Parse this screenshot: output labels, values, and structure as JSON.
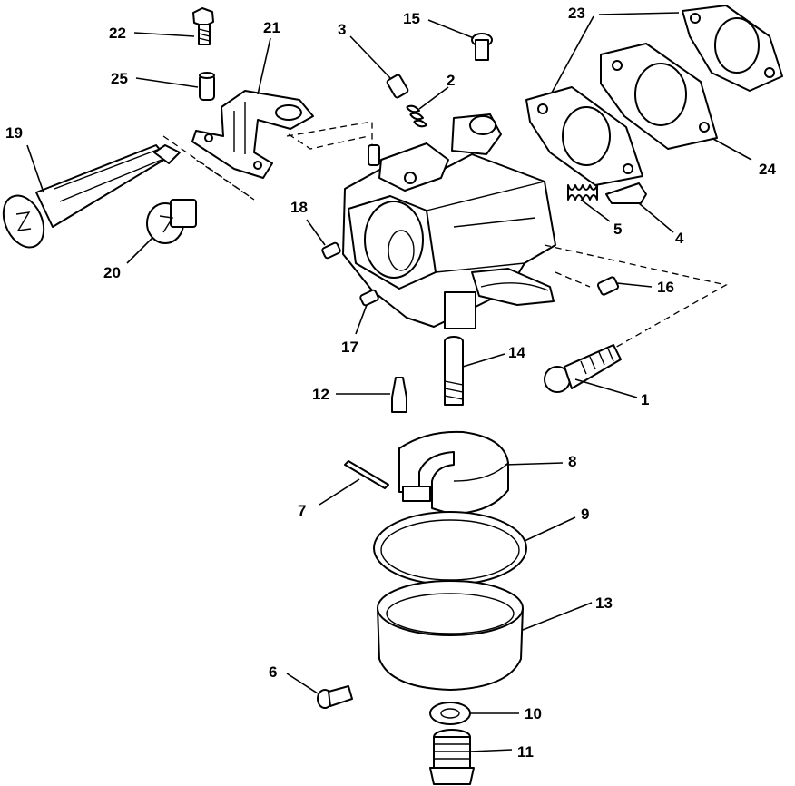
{
  "diagram": {
    "kind": "exploded parts diagram",
    "colors": {
      "ink": "#000000",
      "paper": "#ffffff"
    },
    "callouts": [
      {
        "id": "1",
        "label": "1"
      },
      {
        "id": "2",
        "label": "2"
      },
      {
        "id": "3",
        "label": "3"
      },
      {
        "id": "4",
        "label": "4"
      },
      {
        "id": "5",
        "label": "5"
      },
      {
        "id": "6",
        "label": "6"
      },
      {
        "id": "7",
        "label": "7"
      },
      {
        "id": "8",
        "label": "8"
      },
      {
        "id": "9",
        "label": "9"
      },
      {
        "id": "10",
        "label": "10"
      },
      {
        "id": "11",
        "label": "11"
      },
      {
        "id": "12",
        "label": "12"
      },
      {
        "id": "13",
        "label": "13"
      },
      {
        "id": "14",
        "label": "14"
      },
      {
        "id": "15",
        "label": "15"
      },
      {
        "id": "16",
        "label": "16"
      },
      {
        "id": "17",
        "label": "17"
      },
      {
        "id": "18",
        "label": "18"
      },
      {
        "id": "19",
        "label": "19"
      },
      {
        "id": "20",
        "label": "20"
      },
      {
        "id": "21",
        "label": "21"
      },
      {
        "id": "22",
        "label": "22"
      },
      {
        "id": "23",
        "label": "23"
      },
      {
        "id": "24",
        "label": "24"
      },
      {
        "id": "25",
        "label": "25"
      }
    ]
  }
}
